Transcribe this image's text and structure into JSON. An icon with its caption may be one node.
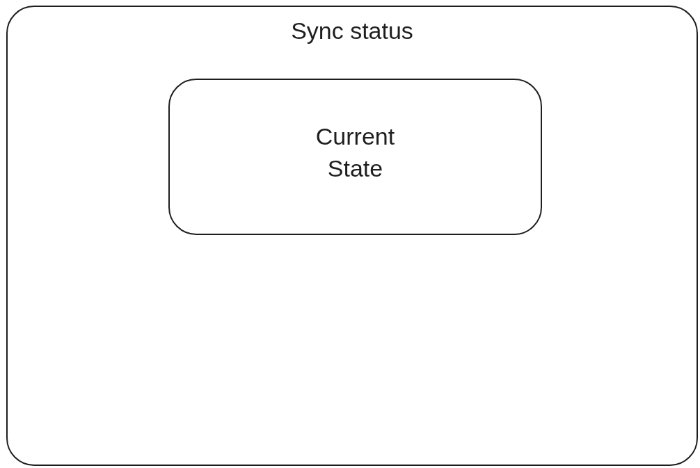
{
  "diagram": {
    "nodes": [
      {
        "text": [
          "Sync status"
        ]
      },
      {
        "text": [
          "Current State"
        ],
        "in": 0
      }
    ]
  }
}
